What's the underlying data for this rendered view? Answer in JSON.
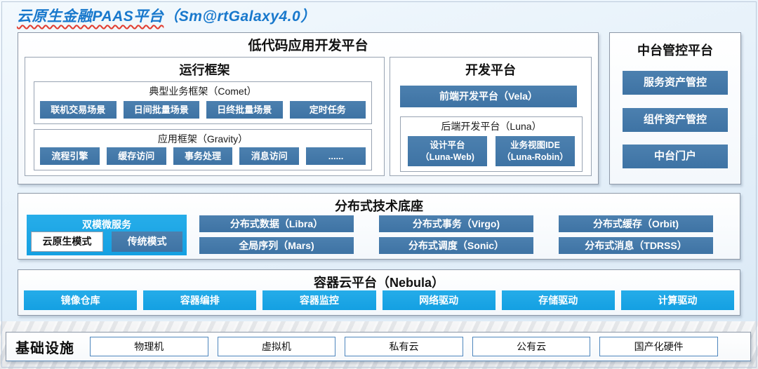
{
  "header": {
    "title_main": "云原生金融PAAS平台",
    "title_suffix": "（Sm@rtGalaxy4.0）",
    "title_color": "#1878cc",
    "underline_color": "#e23b2e"
  },
  "colors": {
    "steel_blue": "#4277a8",
    "cyan": "#1aa7e8",
    "box_border": "#8d98a7",
    "infra_item_border": "#4e86bd",
    "page_background": "#e6f1fa"
  },
  "low_code": {
    "title": "低代码应用开发平台",
    "runtime": {
      "title": "运行框架",
      "comet": {
        "title": "典型业务框架（Comet）",
        "items": [
          "联机交易场景",
          "日间批量场景",
          "日终批量场景",
          "定时任务"
        ]
      },
      "gravity": {
        "title": "应用框架（Gravity）",
        "items": [
          "流程引擎",
          "缓存访问",
          "事务处理",
          "消息访问",
          "......"
        ]
      }
    },
    "dev": {
      "title": "开发平台",
      "vela": "前端开发平台（Vela）",
      "luna": {
        "title": "后端开发平台（Luna）",
        "items": [
          {
            "line1": "设计平台",
            "line2": "（Luna-Web)"
          },
          {
            "line1": "业务视图IDE",
            "line2": "（Luna-Robin）"
          }
        ]
      }
    }
  },
  "mid_platform": {
    "title": "中台管控平台",
    "items": [
      "服务资产管控",
      "组件资产管控",
      "中台门户"
    ]
  },
  "distributed": {
    "title": "分布式技术底座",
    "dual_mode": {
      "title": "双模微服务",
      "modes": [
        "云原生模式",
        "传统模式"
      ]
    },
    "items": [
      "分布式数据（Libra）",
      "分布式事务（Virgo)",
      "分布式缓存（Orbit)",
      "全局序列（Mars)",
      "分布式调度（Sonic）",
      "分布式消息（TDRSS）"
    ]
  },
  "container_cloud": {
    "title": "容器云平台（Nebula）",
    "items": [
      "镜像仓库",
      "容器编排",
      "容器监控",
      "网络驱动",
      "存储驱动",
      "计算驱动"
    ]
  },
  "infrastructure": {
    "title": "基础设施",
    "items": [
      "物理机",
      "虚拟机",
      "私有云",
      "公有云",
      "国产化硬件"
    ]
  }
}
